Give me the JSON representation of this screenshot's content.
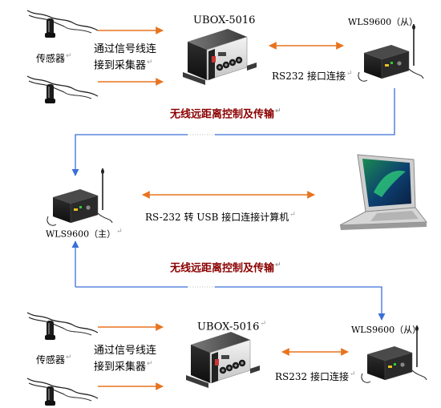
{
  "labels": {
    "sensor_top": "传感器",
    "signal_top_1": "通过信号线连",
    "signal_top_2": "接到采集器",
    "ubox_top": "UBOX-5016",
    "wls_slave_top": "WLS9600（从）",
    "rs232_top": "RS232 接口连接",
    "wireless_top": "无线远距离控制及传输",
    "wls_master": "WLS9600（主）",
    "rs232_usb": "RS-232 转 USB 接口连接计算机",
    "wireless_bottom": "无线远距离控制及传输",
    "ubox_bottom": "UBOX-5016",
    "wls_slave_bottom": "WLS9600（从）",
    "sensor_bottom": "传感器",
    "signal_bottom_1": "通过信号线连",
    "signal_bottom_2": "接到采集器",
    "rs232_bottom": "RS232 接口连接",
    "return_mark": "↵"
  },
  "colors": {
    "orange_arrow": "#e8731e",
    "blue_line": "#3a6fd8",
    "wireless_text": "#8b0000"
  },
  "icons": [
    "sensor-icon",
    "ubox-device-icon",
    "wireless-module-icon",
    "antenna-icon",
    "laptop-icon"
  ]
}
